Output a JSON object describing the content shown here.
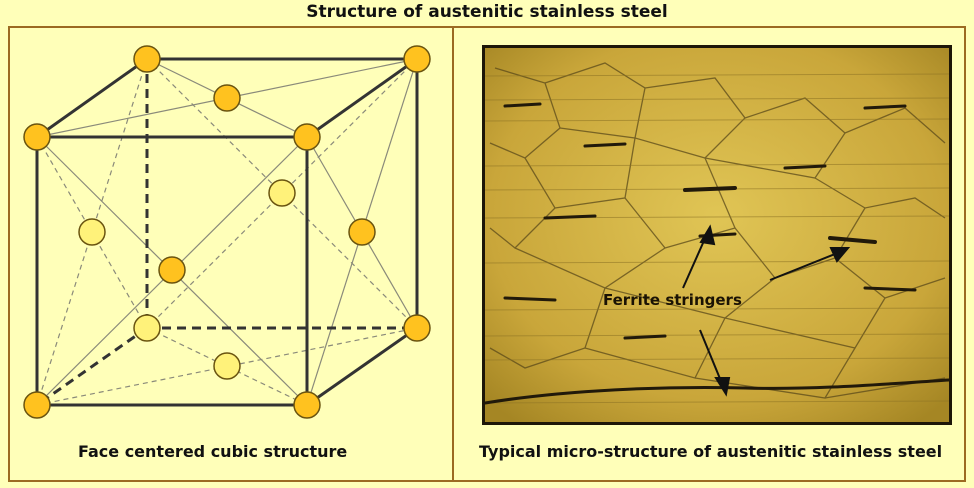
{
  "title": "Structure of austenitic stainless steel",
  "left_panel": {
    "caption": "Face centered cubic structure"
  },
  "right_panel": {
    "caption": "Typical micro-structure of austenitic stainless steel",
    "annotation": "Ferrite stringers"
  },
  "colors": {
    "background": "#ffffb9",
    "frame": "#9c6a22",
    "atom_fill": "#ffc21f",
    "atom_fill_light": "#fff27a",
    "micrograph": "#caa93a"
  }
}
